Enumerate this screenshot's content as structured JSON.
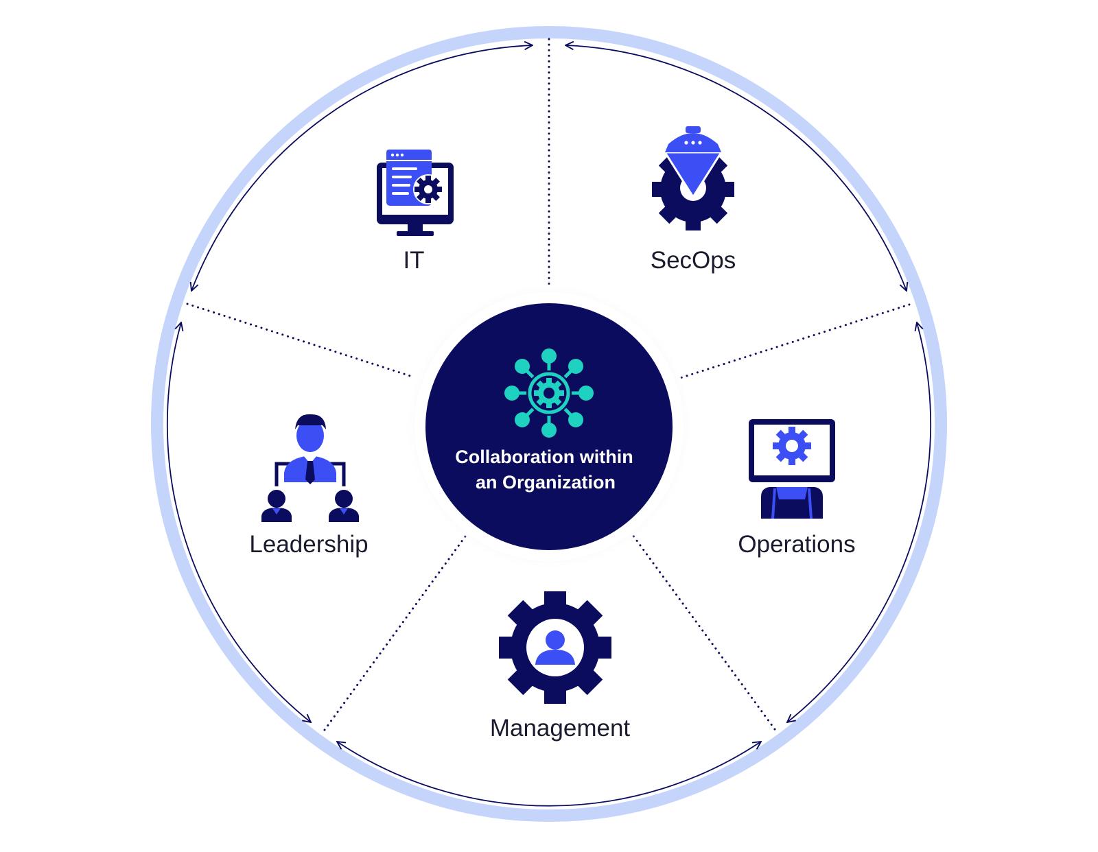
{
  "diagram": {
    "center": {
      "line1": "Collaboration within",
      "line2": "an Organization",
      "icon": "network-gear-icon"
    },
    "segments": [
      {
        "id": "it",
        "label": "IT",
        "icon": "monitor-settings-icon"
      },
      {
        "id": "secops",
        "label": "SecOps",
        "icon": "gear-shield-icon"
      },
      {
        "id": "operations",
        "label": "Operations",
        "icon": "operator-monitor-icon"
      },
      {
        "id": "management",
        "label": "Management",
        "icon": "gear-user-icon"
      },
      {
        "id": "leadership",
        "label": "Leadership",
        "icon": "team-hierarchy-icon"
      }
    ]
  },
  "colors": {
    "navy": "#0c0c5e",
    "blue": "#3b4ff5",
    "teal": "#1fd1c0",
    "ring": "#c4d4fa",
    "text": "#1b1b2e"
  }
}
